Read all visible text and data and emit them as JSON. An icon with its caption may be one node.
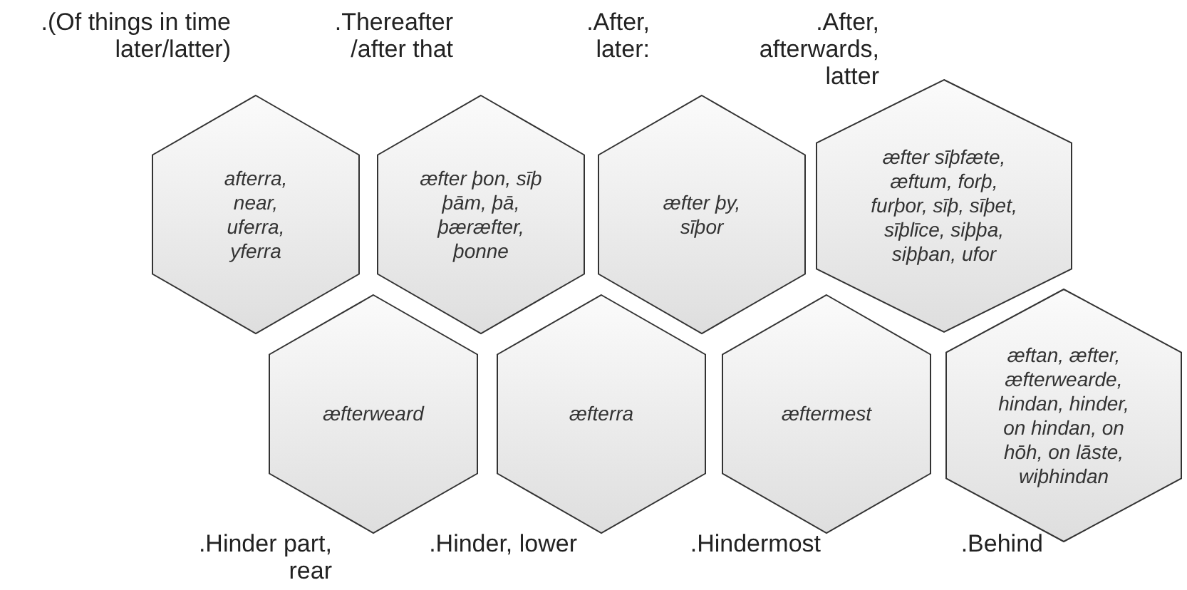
{
  "diagram": {
    "nodes": [
      {
        "text": [
          "afterra, near, uferra, yferra"
        ],
        "beside": [
          ".(Of things in time later/latter)"
        ]
      },
      {
        "text": [
          "æfter þon, sīþ þām, þā, þæræfter, þonne"
        ],
        "beside": [
          ".Thereafter /after that"
        ]
      },
      {
        "text": [
          "æfter þy, sīþor"
        ],
        "beside": [
          ".After, later:"
        ]
      },
      {
        "text": [
          "æfter sīþfæte, æftum, forþ, furþor, sīþ, sīþet, sīþlīce, siþþa, siþþan, ufor"
        ],
        "beside": [
          ".After, afterwards, latter"
        ]
      },
      {
        "text": [
          "æfterweard"
        ],
        "beside": [
          ".Hinder part, rear"
        ]
      },
      {
        "text": [
          "æfterra"
        ],
        "beside": [
          ".Hinder, lower"
        ]
      },
      {
        "text": [
          "æftermest"
        ],
        "beside": [
          ".Hindermost"
        ]
      },
      {
        "text": [
          "æftan, æfter, æfterwearde, hindan, hinder, on hindan, on hōh, on lāste, wiþhindan"
        ],
        "beside": [
          ".Behind"
        ]
      }
    ]
  }
}
